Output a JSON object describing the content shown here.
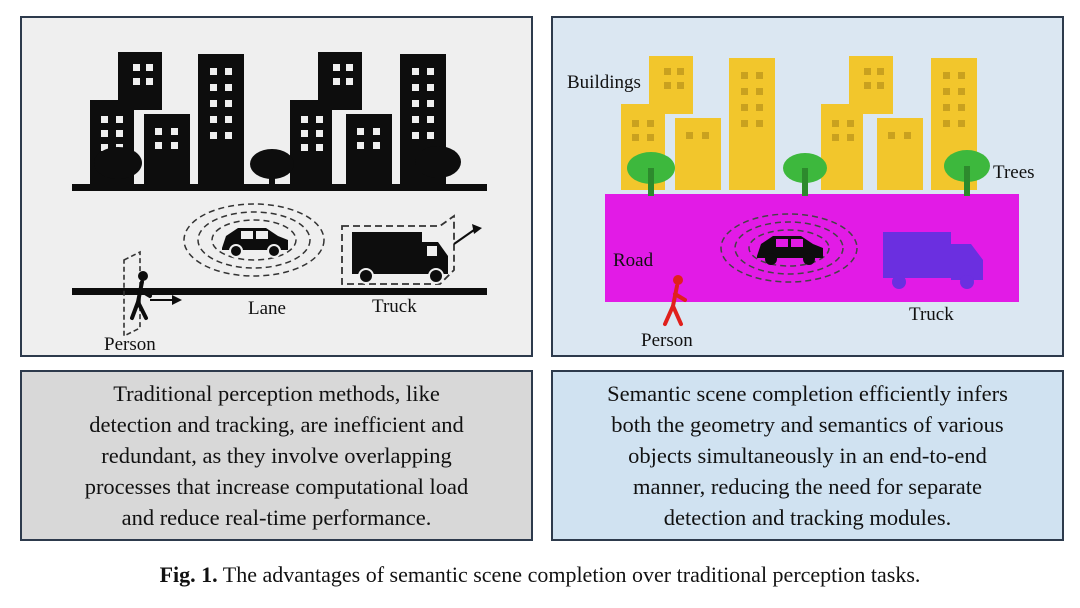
{
  "left_panel": {
    "labels": {
      "lane": "Lane",
      "truck": "Truck",
      "person": "Person"
    },
    "text_lines": [
      "Traditional perception methods, like",
      "detection and tracking, are inefficient and",
      "redundant, as they involve overlapping",
      "processes that increase computational load",
      "and reduce real-time performance."
    ]
  },
  "right_panel": {
    "labels": {
      "buildings": "Buildings",
      "trees": "Trees",
      "road": "Road",
      "truck": "Truck",
      "person": "Person"
    },
    "text_lines": [
      "Semantic scene completion efficiently infers",
      "both the geometry and semantics of various",
      "objects simultaneously in an end-to-end",
      "manner, reducing the need for separate",
      "detection and tracking modules."
    ]
  },
  "caption": {
    "prefix": "Fig. 1.",
    "text": " The advantages of semantic scene completion over traditional perception tasks."
  },
  "colors": {
    "building_left": "#0d0d0d",
    "building_right": "#f2c62c",
    "tree_right": "#3db83d",
    "road_right": "#e21be6",
    "truck_right": "#6b2fe0",
    "person_right": "#e0201c",
    "panel_border": "#2d3a4c"
  }
}
